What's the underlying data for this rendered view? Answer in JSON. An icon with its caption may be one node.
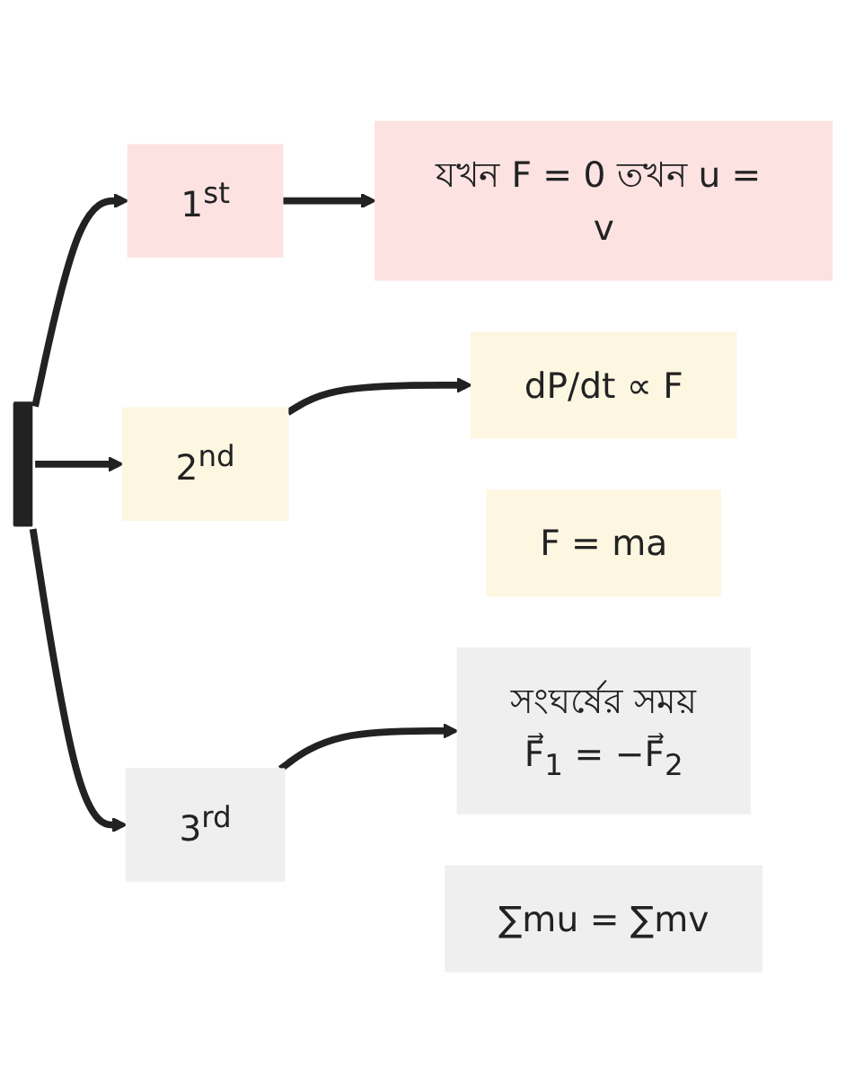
{
  "diagram": {
    "nodes": [
      {
        "text": [],
        "shape": "bar"
      },
      {
        "text": [
          "1$^{st}$"
        ]
      },
      {
        "text": [
          "যখন F = 0 তখন u = v"
        ]
      },
      {
        "text": [
          "2$^{nd}$"
        ]
      },
      {
        "text": [
          "dP/dt ∝ F"
        ]
      },
      {
        "text": [
          "F = ma"
        ]
      },
      {
        "text": [
          "3$^{rd}$"
        ]
      },
      {
        "text": [
          "সংঘর্ষের সময়",
          "F⃗$_{1}$ = −F⃗$_{2}$"
        ]
      },
      {
        "text": [
          "∑mu = ∑mv"
        ]
      }
    ],
    "edges": [
      {
        "from": 0,
        "to": 1,
        "arrow": "to"
      },
      {
        "from": 0,
        "to": 3,
        "arrow": "to"
      },
      {
        "from": 0,
        "to": 6,
        "arrow": "to"
      },
      {
        "from": 1,
        "to": 2,
        "arrow": "to"
      },
      {
        "from": 3,
        "to": 4,
        "arrow": "to"
      },
      {
        "from": 6,
        "to": 7,
        "arrow": "to"
      }
    ]
  }
}
